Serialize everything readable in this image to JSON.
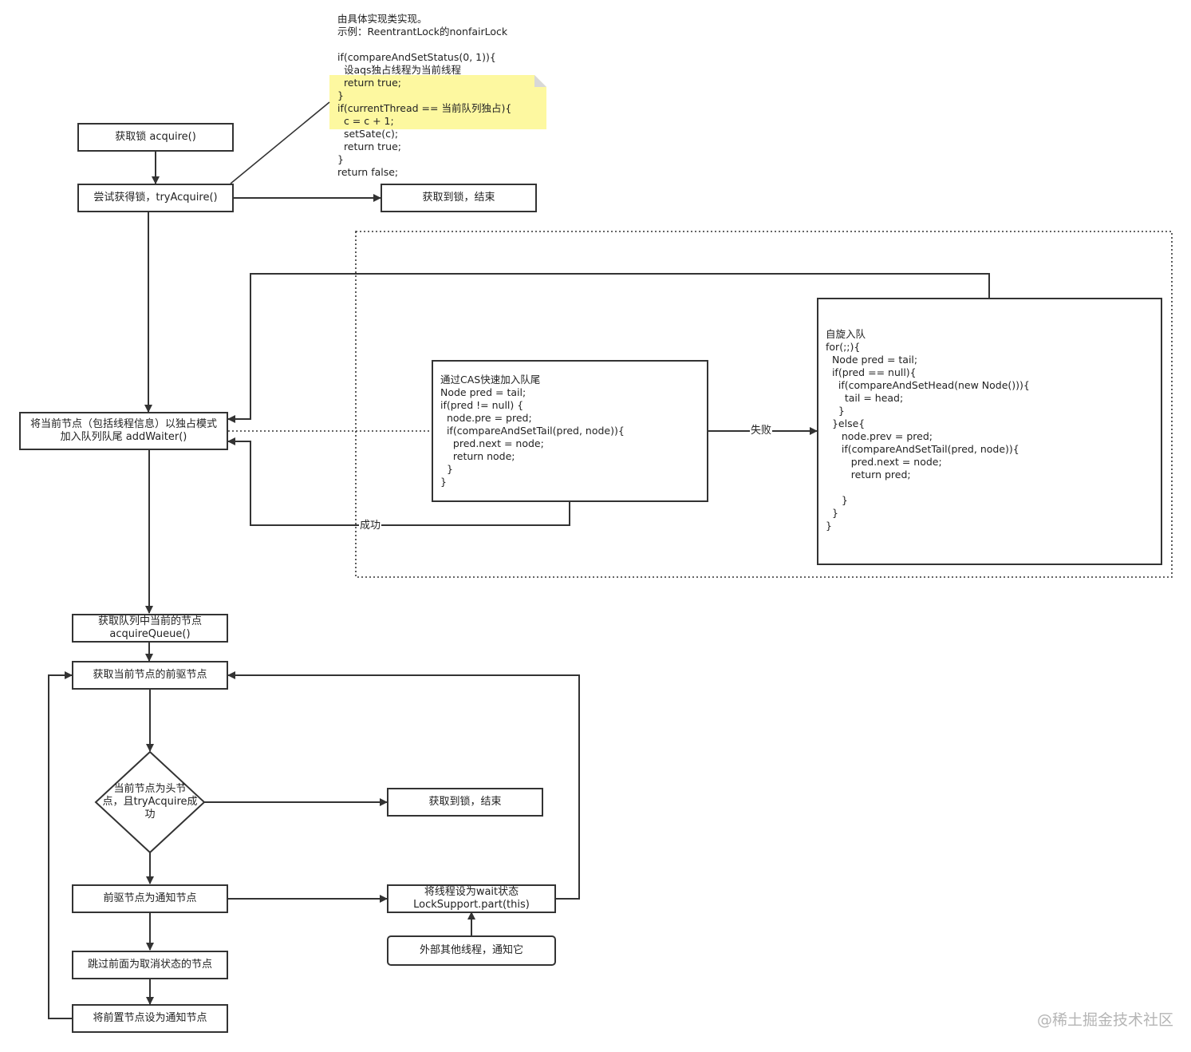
{
  "note": {
    "text": "由具体实现类实现。\n示例：ReentrantLock的nonfairLock\n\nif(compareAndSetStatus(0, 1)){\n  设aqs独占线程为当前线程\n  return true;\n}\nif(currentThread == 当前队列独占){\n  c = c + 1;\n  setSate(c);\n  return true;\n}\nreturn false;",
    "highlight_color": "#fdf8a0"
  },
  "nodes": {
    "acquire": "获取锁 acquire()",
    "try_acquire": "尝试获得锁，tryAcquire()",
    "got_lock_end_1": "获取到锁，结束",
    "add_waiter": "将当前节点（包括线程信息）以独占模式\n加入队列队尾 addWaiter()",
    "cas_enqueue": "通过CAS快速加入队尾\nNode pred = tail;\nif(pred != null) {\n  node.pre = pred;\n  if(compareAndSetTail(pred, node)){\n    pred.next = node;\n    return node;\n  }\n}",
    "spin_enqueue": "自旋入队\nfor(;;){\n  Node pred = tail;\n  if(pred == null){\n    if(compareAndSetHead(new Node())){\n      tail = head;\n    }\n  }else{\n     node.prev = pred;\n     if(compareAndSetTail(pred, node)){\n        pred.next = node;\n        return pred;\n\n     }\n  }\n}",
    "acquire_queue": "获取队列中当前的节点\nacquireQueue()",
    "get_predecessor": "获取当前节点的前驱节点",
    "decision": "当前节点为头节\n点，且tryAcquire成\n功",
    "got_lock_end_2": "获取到锁，结束",
    "pred_is_signal": "前驱节点为通知节点",
    "park_thread": "将线程设为wait状态\nLockSupport.part(this)",
    "external_notify": "外部其他线程，通知它",
    "skip_cancelled": "跳过前面为取消状态的节点",
    "set_signal": "将前置节点设为通知节点"
  },
  "edge_labels": {
    "fail": "失败",
    "success": "成功"
  },
  "watermark": "@稀土掘金技术社区"
}
